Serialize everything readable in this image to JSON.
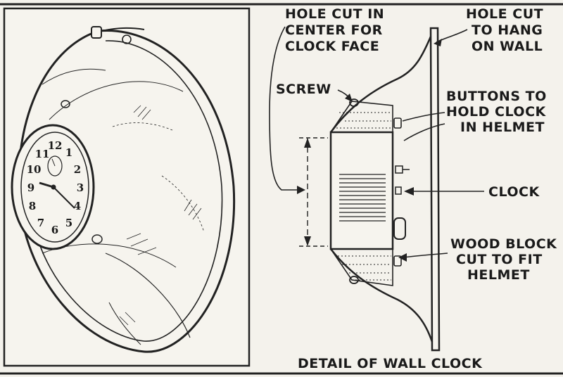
{
  "labels": {
    "hole_center_1": "HOLE CUT IN",
    "hole_center_2": "CENTER FOR",
    "hole_center_3": "CLOCK FACE",
    "hole_hang_1": "HOLE CUT",
    "hole_hang_2": "TO HANG",
    "hole_hang_3": "ON WALL",
    "screw": "SCREW",
    "buttons_1": "BUTTONS TO",
    "buttons_2": "HOLD CLOCK",
    "buttons_3": "IN HELMET",
    "clock": "CLOCK",
    "wood_1": "WOOD BLOCK",
    "wood_2": "CUT TO FIT",
    "wood_3": "HELMET",
    "caption": "DETAIL OF WALL CLOCK"
  },
  "dial_numerals": [
    "12",
    "1",
    "2",
    "3",
    "4",
    "5",
    "6",
    "7",
    "8",
    "9",
    "10",
    "11"
  ]
}
